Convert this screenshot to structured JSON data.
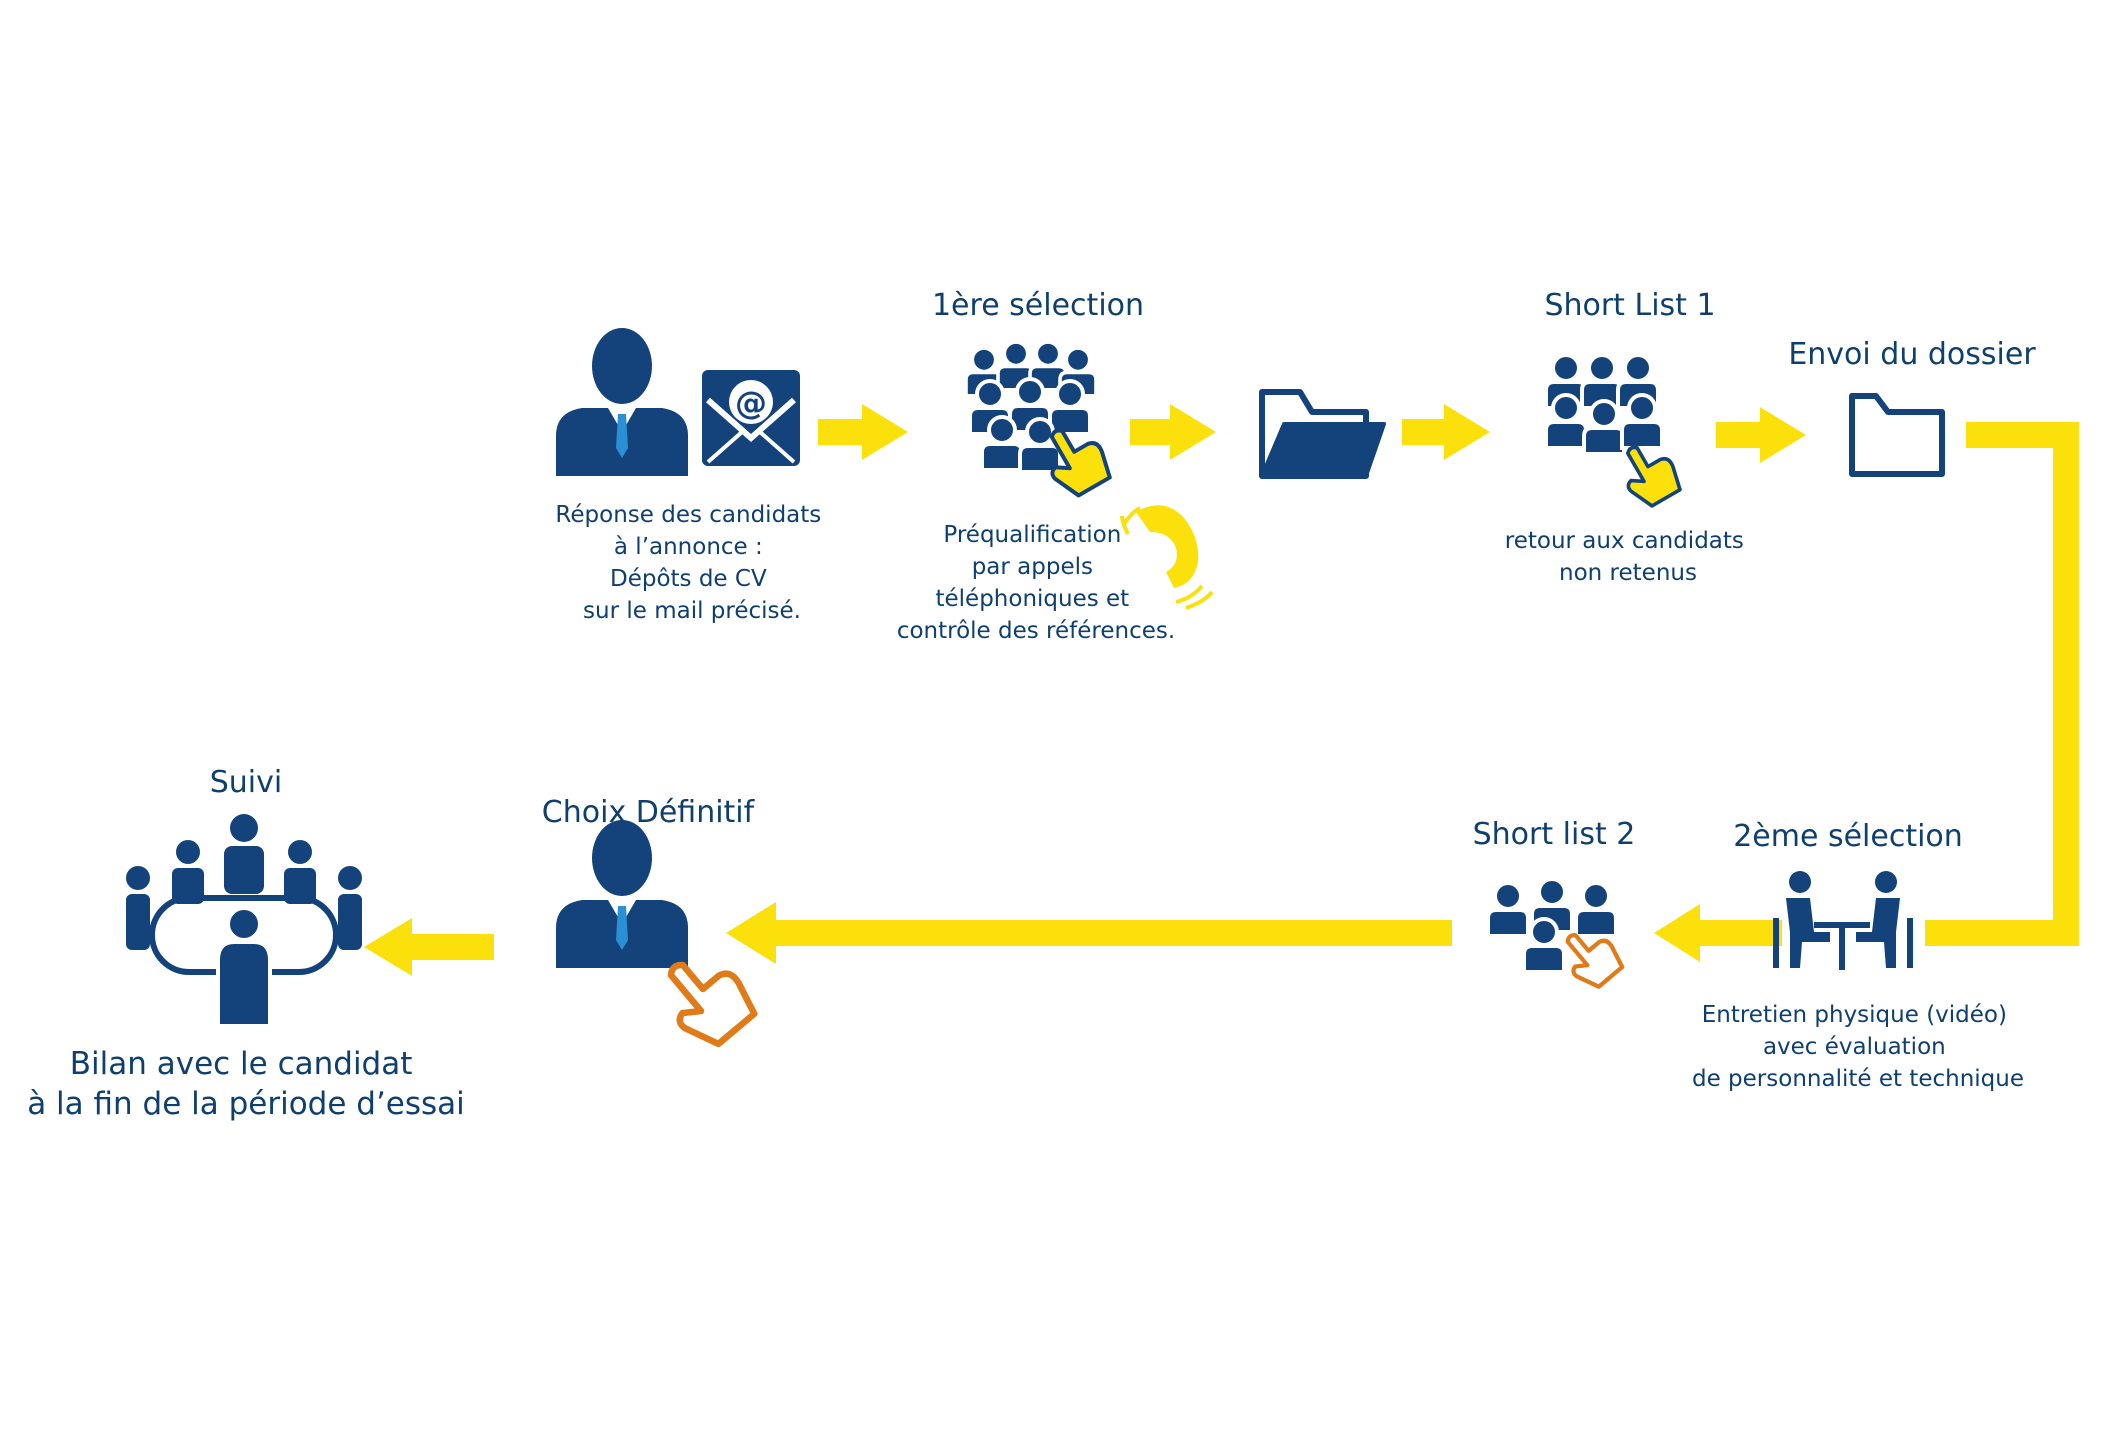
{
  "colors": {
    "navy": "#13437a",
    "text": "#0f3f6e",
    "yellow": "#fce00b",
    "orange": "#e07b1a"
  },
  "steps": {
    "reponse": {
      "icons": [
        "businessman-icon",
        "email-at-icon"
      ],
      "lines": [
        "Réponse des candidats",
        "à l’annonce :",
        "Dépôts de CV",
        "sur le mail précisé."
      ]
    },
    "selection1": {
      "title": "1ère sélection",
      "icons": [
        "group-select-icon",
        "phone-icon"
      ],
      "lines": [
        "Préqualification",
        "par appels",
        "téléphoniques et",
        "contrôle des références."
      ]
    },
    "dossier_open": {
      "icons": [
        "folder-open-icon"
      ]
    },
    "shortlist1": {
      "title": "Short List 1",
      "icons": [
        "group-select-icon"
      ],
      "lines": [
        "retour aux candidats",
        "non retenus"
      ]
    },
    "envoi": {
      "title": "Envoi  du dossier",
      "icons": [
        "folder-outline-icon"
      ]
    },
    "selection2": {
      "title": "2ème sélection",
      "icons": [
        "interview-table-icon"
      ],
      "lines": [
        "Entretien physique (vidéo)",
        "avec évaluation",
        "de personnalité et technique"
      ]
    },
    "shortlist2": {
      "title": "Short list 2",
      "icons": [
        "group-select-icon"
      ]
    },
    "choix": {
      "title": "Choix Définitif",
      "icons": [
        "businessman-pointer-icon"
      ]
    },
    "suivi": {
      "title": "Suivi",
      "icons": [
        "meeting-table-icon"
      ],
      "lines": [
        "Bilan avec le candidat",
        "à la fin de la période d’essai"
      ]
    }
  }
}
